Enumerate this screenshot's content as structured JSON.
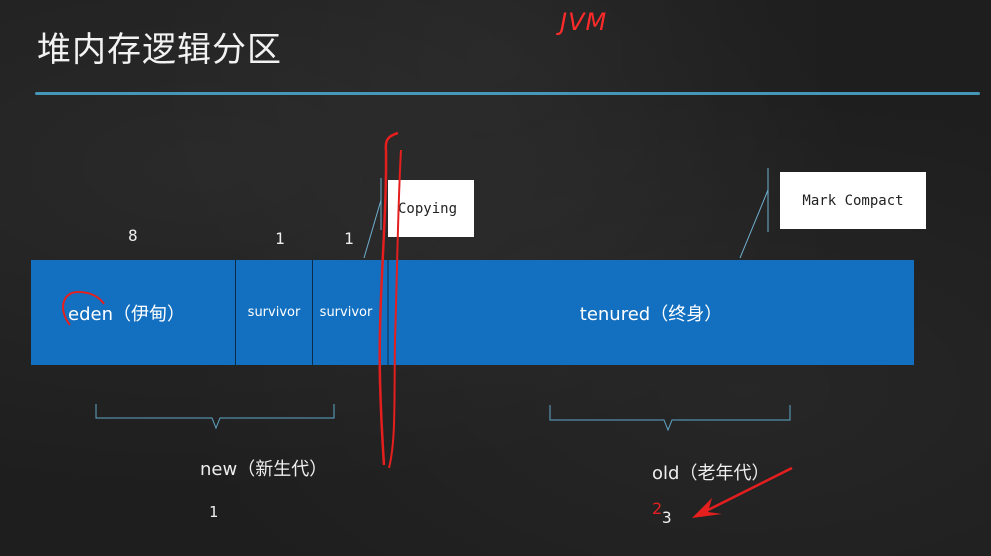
{
  "title": "堆内存逻辑分区",
  "handwritten_annotation": "JVM",
  "heap": {
    "eden_label": "eden（伊甸）",
    "survivor1_label": "survivor",
    "survivor2_label": "survivor",
    "tenured_label": "tenured（终身）"
  },
  "ratios": {
    "eden": "8",
    "survivor1": "1",
    "survivor2": "1"
  },
  "callouts": {
    "copying": "Copying",
    "mark_compact": "Mark Compact"
  },
  "generations": {
    "new_label": "new（新生代）",
    "old_label": "old（老年代）",
    "new_ratio": "1",
    "old_ratio": "3",
    "old_ratio_annotation": "2"
  },
  "colors": {
    "heap_fill": "#1370c0",
    "annotation_red": "#e02020",
    "divider_line": "#4aa3c8"
  }
}
